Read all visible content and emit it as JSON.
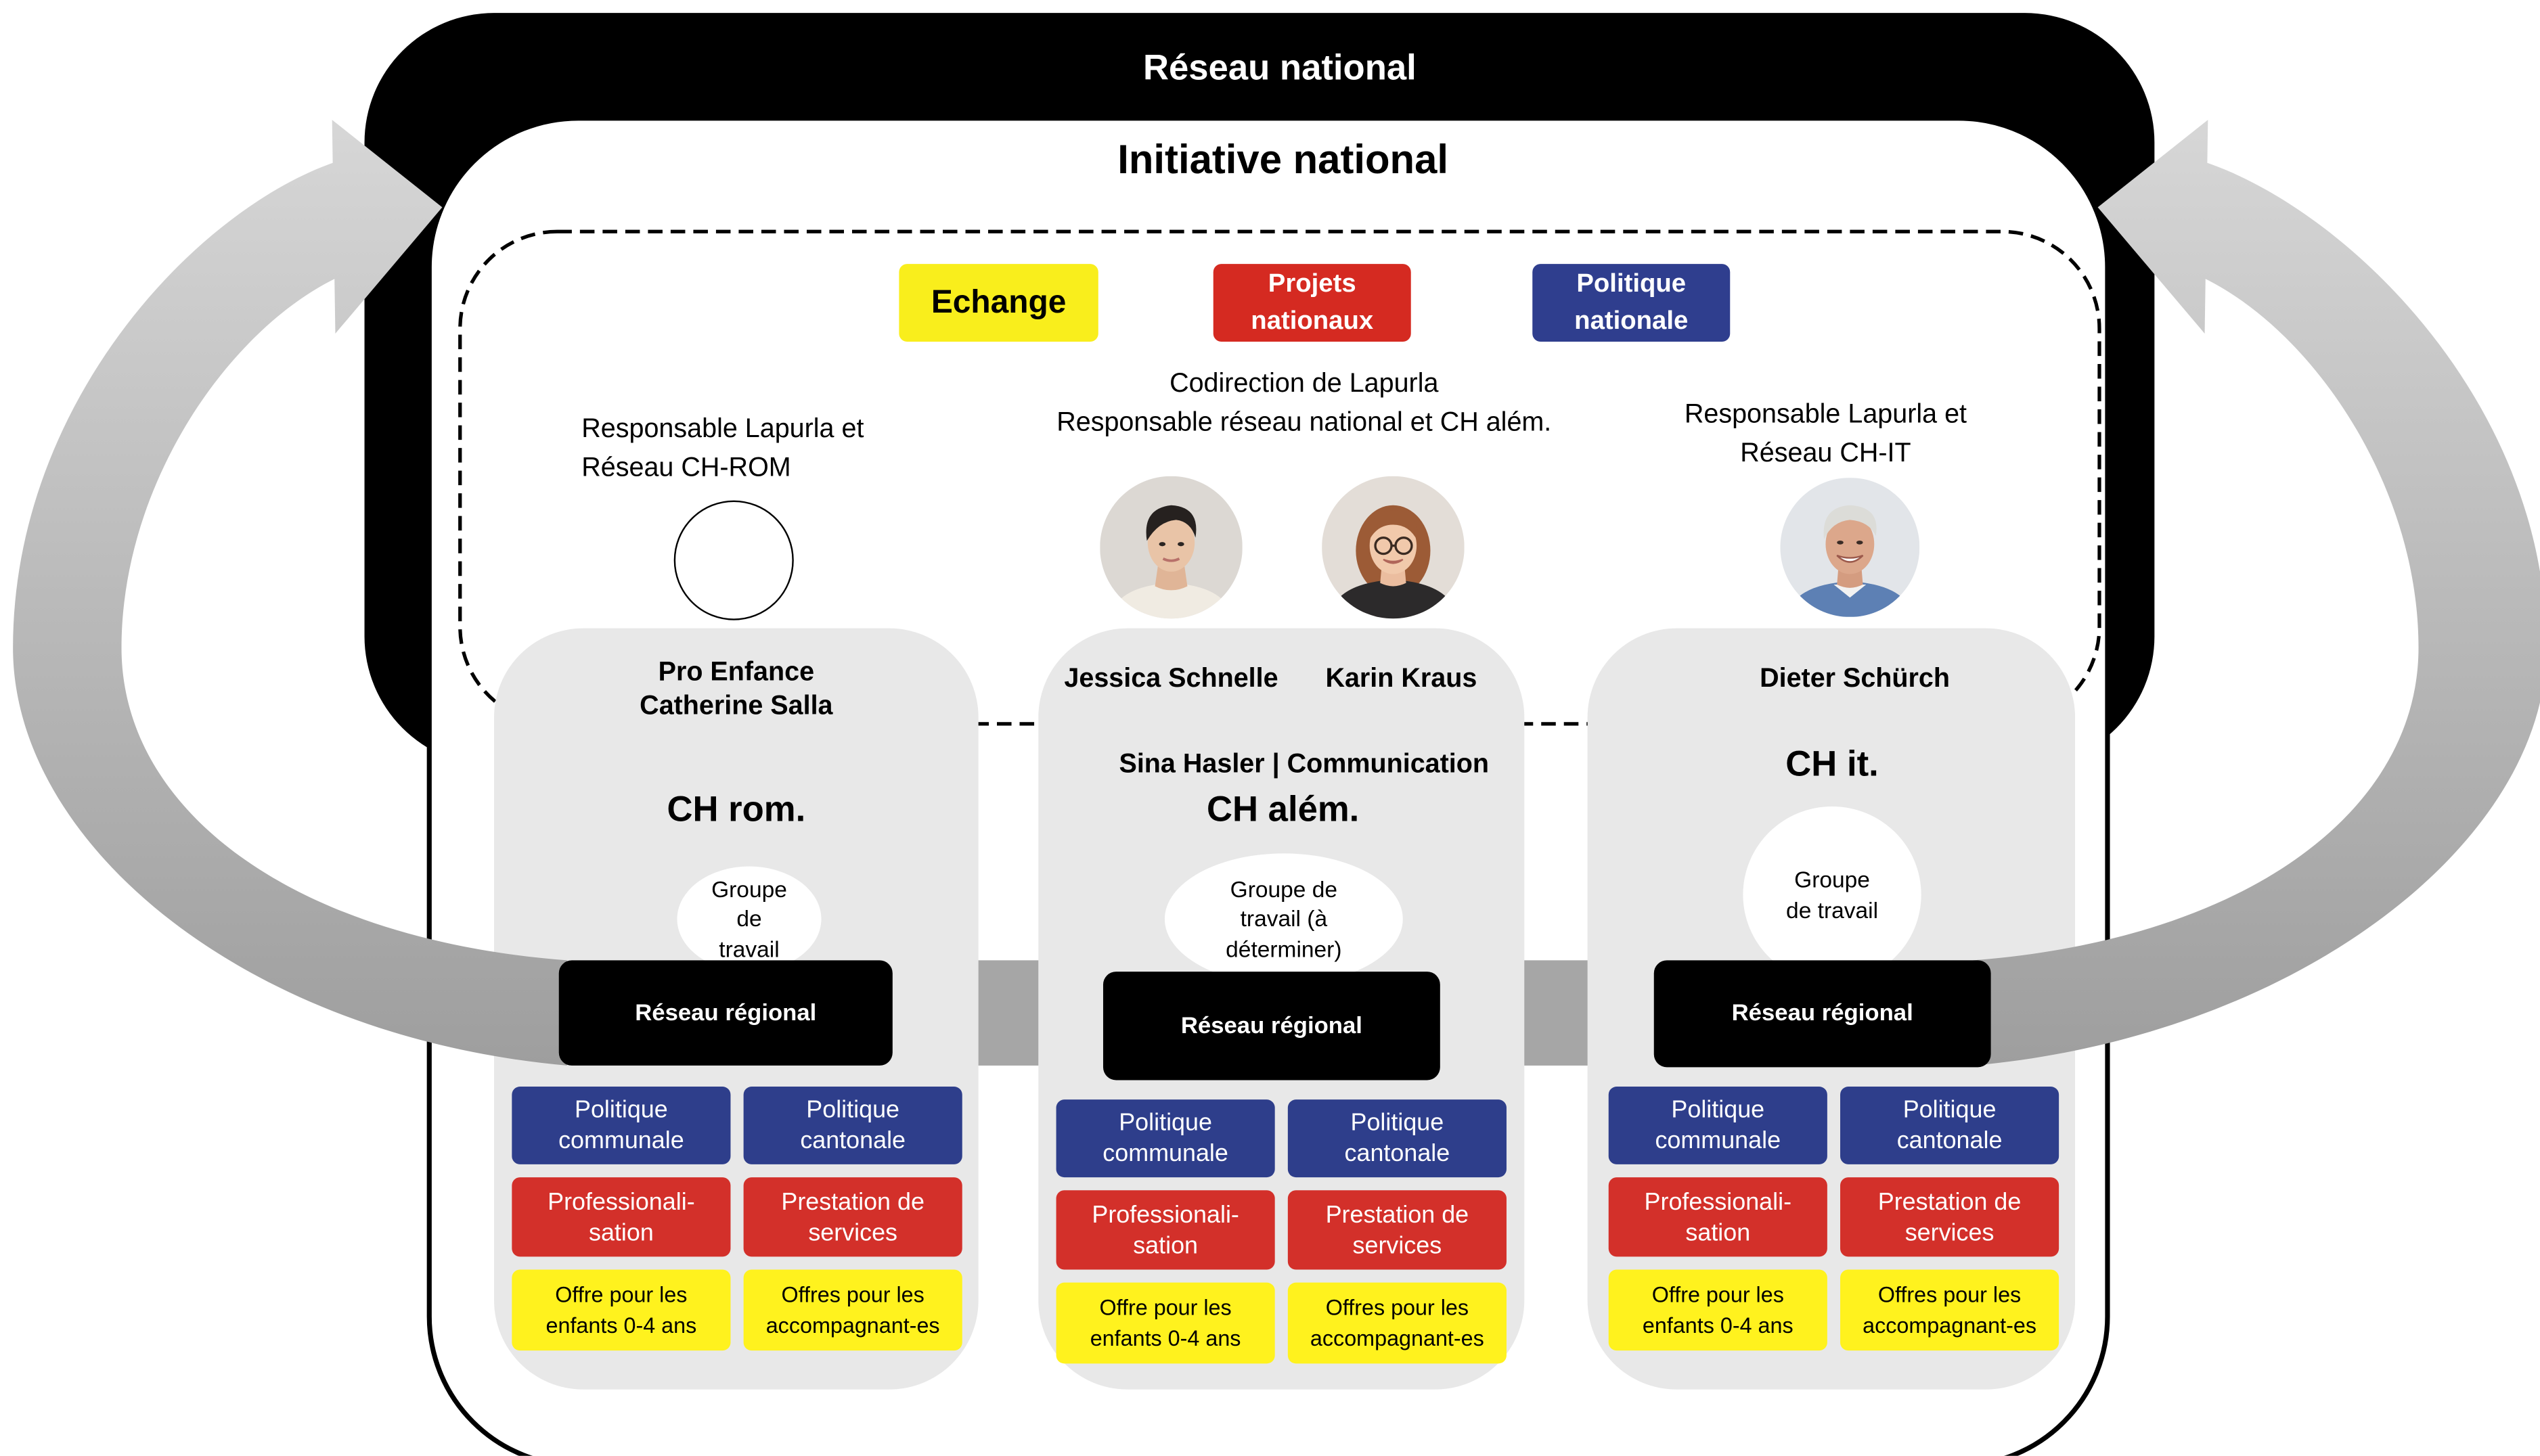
{
  "colors": {
    "card": "#E8E8E8",
    "policy": "#2E3E8B",
    "services": "#D3302A",
    "offers": "#FFF21E",
    "arrow_light": "#D6D6D6",
    "arrow_dark": "#9E9E9E",
    "connector": "#A6A6A6"
  },
  "network": {
    "title": "Réseau national"
  },
  "initiative": {
    "title": "Initiative national"
  },
  "tags": [
    {
      "label": "Echange",
      "color": "#F9EE1C"
    },
    {
      "label": "Projets\nnationaux",
      "color": "#D52A21"
    },
    {
      "label": "Politique\nnationale",
      "color": "#2F3E8E"
    }
  ],
  "roles": {
    "romandie": "Responsable Lapurla et\nRéseau CH-ROM",
    "codirection": "Codirection de Lapurla\nResponsable réseau national et CH além.",
    "ticino": "Responsable Lapurla et\nRéseau CH-IT"
  },
  "regions": [
    {
      "contact": "Pro Enfance\nCatherine Salla",
      "name": "CH rom.",
      "working_group": "Groupe\nde\ntravail",
      "network": "Réseau régional",
      "tiles": [
        "Politique\ncommunale",
        "Politique\ncantonale",
        "Professionali-\nsation",
        "Prestation de\nservices",
        "Offre pour les\nenfants 0-4 ans",
        "Offres pour les\naccompagnant-es"
      ]
    },
    {
      "people": [
        "Jessica Schnelle",
        "Karin Kraus"
      ],
      "communication": "Sina Hasler | Communication",
      "name": "CH além.",
      "working_group": "Groupe de\ntravail (à\ndéterminer)",
      "network": "Réseau régional",
      "tiles": [
        "Politique\ncommunale",
        "Politique\ncantonale",
        "Professionali-\nsation",
        "Prestation de\nservices",
        "Offre pour les\nenfants 0-4 ans",
        "Offres pour les\naccompagnant-es"
      ]
    },
    {
      "people": [
        "Dieter Schürch"
      ],
      "name": "CH it.",
      "working_group": "Groupe\nde travail",
      "network": "Réseau régional",
      "tiles": [
        "Politique\ncommunale",
        "Politique\ncantonale",
        "Professionali-\nsation",
        "Prestation de\nservices",
        "Offre pour les\nenfants 0-4 ans",
        "Offres pour les\naccompagnant-es"
      ]
    }
  ]
}
